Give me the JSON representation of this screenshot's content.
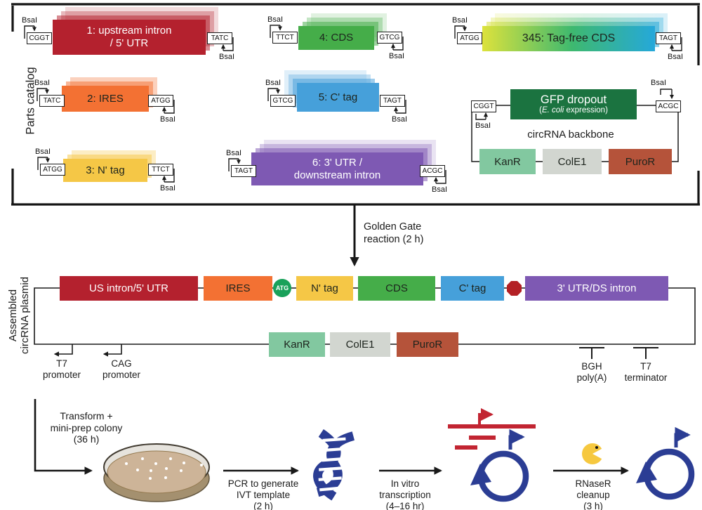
{
  "colors": {
    "part_red": "#b4212e",
    "part_orange": "#f37133",
    "part_yellow": "#f5c746",
    "part_green": "#45ad49",
    "part_blue": "#46a0da",
    "part_purple": "#7e59b3",
    "gradient_start": "#dde23c",
    "gradient_mid": "#3eb96f",
    "gradient_end": "#25a8da",
    "gfp_dark_green": "#1b7340",
    "kanr_mint": "#82c8a0",
    "cole1_gray": "#d2d6d0",
    "puror_rust": "#b5533a",
    "atg_green": "#19a15a",
    "stop_red": "#b32025",
    "rna_blue": "#2b3d94",
    "rna_red": "#c22532",
    "pacman_yellow": "#f6c83f",
    "dish_tan": "#cdb498"
  },
  "enzyme_label": "BsaI",
  "parts_catalog": {
    "section_label": "Parts catalog",
    "parts": [
      {
        "label_lines": [
          "1: upstream intron",
          "/ 5' UTR"
        ],
        "left_overhang": "CGGT",
        "right_overhang": "TATC"
      },
      {
        "label_lines": [
          "2: IRES"
        ],
        "left_overhang": "TATC",
        "right_overhang": "ATGG"
      },
      {
        "label_lines": [
          "3: N' tag"
        ],
        "left_overhang": "ATGG",
        "right_overhang": "TTCT"
      },
      {
        "label_lines": [
          "4: CDS"
        ],
        "left_overhang": "TTCT",
        "right_overhang": "GTCG"
      },
      {
        "label_lines": [
          "5: C' tag"
        ],
        "left_overhang": "GTCG",
        "right_overhang": "TAGT"
      },
      {
        "label_lines": [
          "6: 3' UTR /",
          "downstream intron"
        ],
        "left_overhang": "TAGT",
        "right_overhang": "ACGC"
      },
      {
        "label_lines": [
          "345: Tag-free CDS"
        ],
        "left_overhang": "ATGG",
        "right_overhang": "TAGT"
      }
    ],
    "backbone": {
      "dropout_label": "GFP dropout",
      "dropout_sub_pre": "(",
      "dropout_sub_italic": "E. coli",
      "dropout_sub_rest": " expression)",
      "title": "circRNA backbone",
      "left_overhang": "CGGT",
      "right_overhang": "ACGC",
      "genes": [
        "KanR",
        "ColE1",
        "PuroR"
      ]
    }
  },
  "golden_gate": {
    "lines": [
      "Golden Gate",
      "reaction (2 h)"
    ]
  },
  "assembled": {
    "section_label_lines": [
      "Assembled",
      "circRNA plasmid"
    ],
    "elements": [
      "US intron/5' UTR",
      "IRES",
      "ATG",
      "N' tag",
      "CDS",
      "C' tag",
      "3' UTR/DS intron"
    ],
    "genes": [
      "KanR",
      "ColE1",
      "PuroR"
    ],
    "annotations": [
      {
        "lines": [
          "T7",
          "promoter"
        ]
      },
      {
        "lines": [
          "CAG",
          "promoter"
        ]
      },
      {
        "lines": [
          "BGH",
          "poly(A)"
        ]
      },
      {
        "lines": [
          "T7",
          "terminator"
        ]
      }
    ]
  },
  "workflow": {
    "steps": [
      {
        "lines": [
          "Transform +",
          "mini-prep colony",
          "(36 h)"
        ]
      },
      {
        "lines": [
          "PCR to generate",
          "IVT template",
          "(2 h)"
        ]
      },
      {
        "lines": [
          "In vitro",
          "transcription",
          "(4–16 hr)"
        ]
      },
      {
        "lines": [
          "RNaseR",
          "cleanup",
          "(3 h)"
        ]
      }
    ]
  }
}
